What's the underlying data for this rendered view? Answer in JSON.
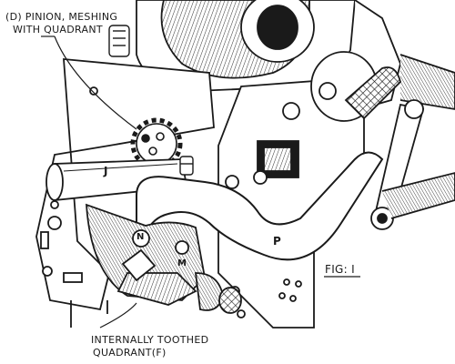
{
  "callouts": {
    "pinion": {
      "line1": "(D) PINION, MESHING",
      "line2": "WITH QUADRANT"
    },
    "quadrant": {
      "line1": "INTERNALLY TOOTHED",
      "line2": "QUADRANT(F)"
    }
  },
  "figure_label": "FIG: I",
  "part_letters": {
    "j": "J",
    "p": "P",
    "n": "N",
    "m": "M"
  },
  "colors": {
    "ink": "#1a1a1a",
    "paper": "#ffffff"
  }
}
